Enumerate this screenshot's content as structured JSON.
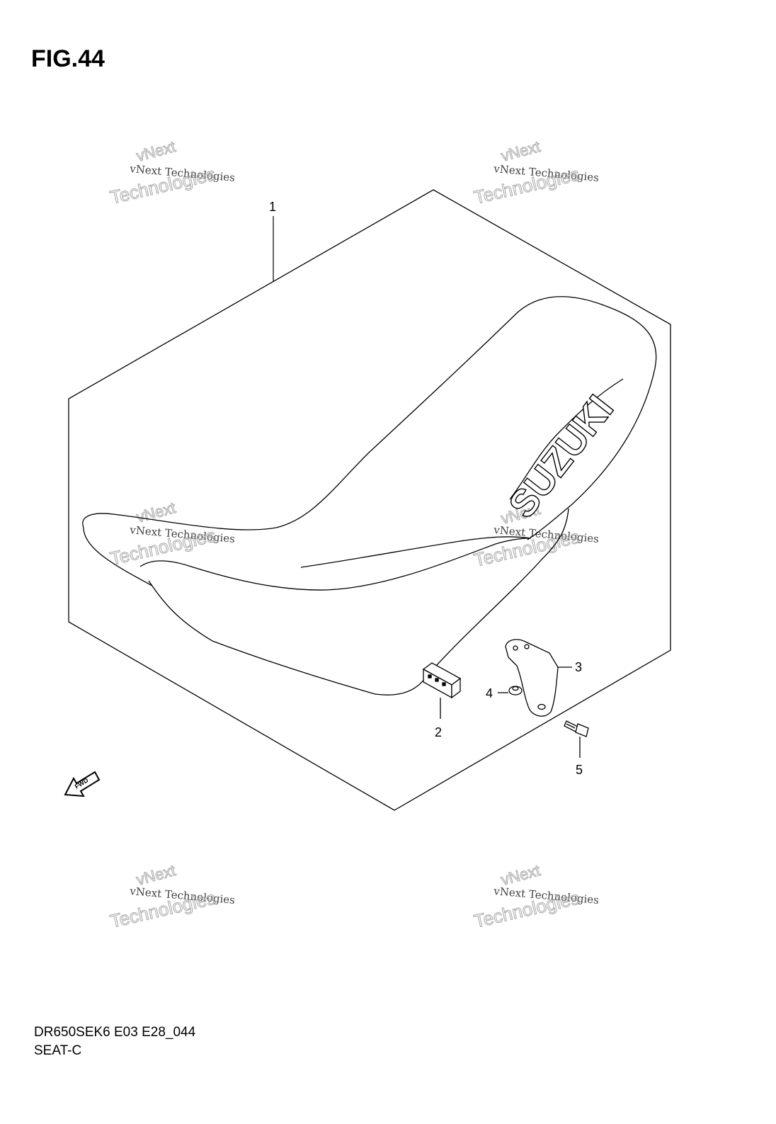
{
  "figure": {
    "title": "FIG.44"
  },
  "parts": [
    {
      "ref": "1"
    },
    {
      "ref": "2"
    },
    {
      "ref": "3"
    },
    {
      "ref": "4"
    },
    {
      "ref": "5"
    }
  ],
  "seat_logo": "SUZUKI",
  "fwd_arrow": {
    "label": "FWD"
  },
  "watermark": {
    "line1": "vNext Technologies",
    "line2": "Technologies",
    "line3": "vNext"
  },
  "footer": {
    "code": "DR650SEK6 E03 E28_044",
    "name": "SEAT-C"
  }
}
